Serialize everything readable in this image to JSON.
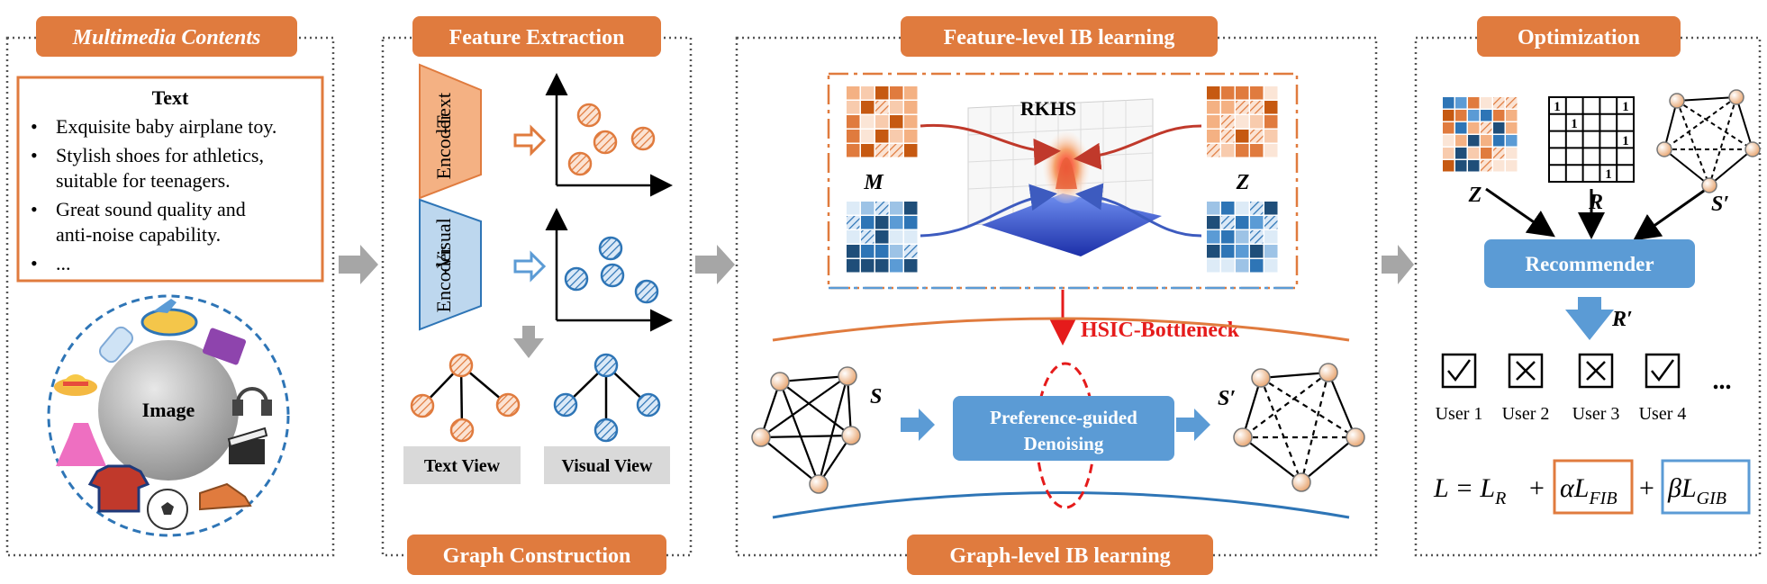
{
  "sections": {
    "multimedia": "Multimedia Contents",
    "feature_extraction": "Feature Extraction",
    "graph_construction": "Graph Construction",
    "feature_ib": "Feature-level IB learning",
    "graph_ib": "Graph-level IB learning",
    "optimization": "Optimization"
  },
  "text_box": {
    "title": "Text",
    "items": [
      "Exquisite baby airplane toy.",
      "Stylish shoes for athletics,",
      "suitable for teenagers.",
      "Great sound quality and",
      "anti-noise capability.",
      "..."
    ]
  },
  "image_label": "Image",
  "encoders": {
    "text": [
      "Encoder",
      "-Text"
    ],
    "visual": [
      "Encoder",
      "-Visual"
    ]
  },
  "views": {
    "text": "Text View",
    "visual": "Visual View"
  },
  "feature_ib": {
    "rkhs": "RKHS",
    "m": "M",
    "z": "Z",
    "hsic": "HSIC-Bottleneck"
  },
  "graph_ib": {
    "s": "S",
    "s_prime": "S′",
    "denoise": [
      "Preference-guided",
      "Denoising"
    ]
  },
  "optimization": {
    "z": "Z",
    "r": "R",
    "s_prime": "S′",
    "recommender": "Recommender",
    "r_prime": "R′",
    "users": [
      "User 1",
      "User 2",
      "User 3",
      "User 4"
    ],
    "ellipsis": "...",
    "user_marks": [
      "check",
      "cross",
      "cross",
      "check"
    ],
    "matrix_ones": [
      "1",
      "1",
      "1",
      "1",
      "1"
    ],
    "loss": {
      "lhs": "L = L",
      "sub_r": "R",
      "plus": "+",
      "alpha": "αL",
      "sub_fib": "FIB",
      "beta": "βL",
      "sub_gib": "GIB"
    }
  },
  "colors": {
    "orange": "#E07B3E",
    "blue": "#5B9BD5",
    "darkblue": "#2E75B6",
    "red": "#E51B1B",
    "gray": "#A6A6A6"
  }
}
